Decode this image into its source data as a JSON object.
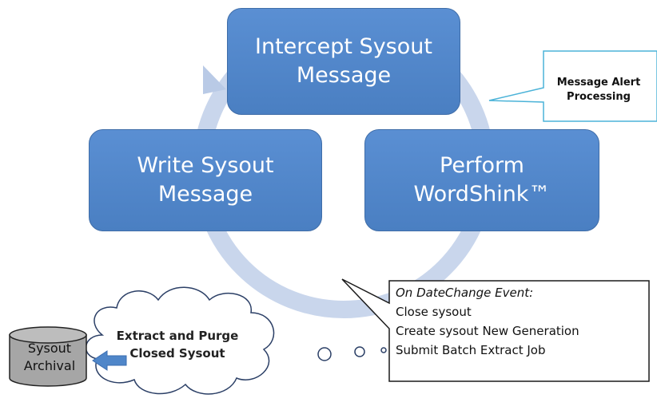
{
  "boxes": {
    "intercept": {
      "line1": "Intercept Sysout",
      "line2": "Message"
    },
    "write": {
      "line1": "Write Sysout",
      "line2": "Message"
    },
    "perform": {
      "line1": "Perform",
      "line2": "WordShink™"
    }
  },
  "alert_callout": {
    "line1": "Message Alert",
    "line2": "Processing"
  },
  "event_callout": {
    "title": "On DateChange Event:",
    "items": [
      "Close sysout",
      "Create sysout New Generation",
      "Submit Batch Extract Job"
    ]
  },
  "cloud": {
    "line1": "Extract and Purge",
    "line2": "Closed Sysout"
  },
  "archival": {
    "line1": "Sysout",
    "line2": "Archival"
  },
  "colors": {
    "box_fill": "#4f86c9",
    "cycle_ring": "#c9d6ec",
    "archival_fill": "#a6a6a6",
    "arrow_fill": "#4f86c9"
  }
}
